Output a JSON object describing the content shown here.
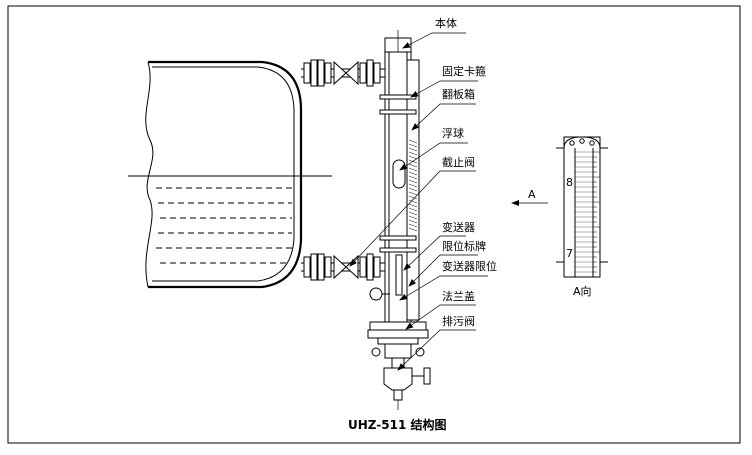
{
  "caption": "UHZ-511 结构图",
  "labels": {
    "body": "本体",
    "clamp": "固定卡箍",
    "flip_box": "翻板箱",
    "float_ball": "浮球",
    "stop_valve": "截止阀",
    "transmitter": "变送器",
    "limit_plate": "限位标牌",
    "transmitter_limit": "变送器限位",
    "flange_cover": "法兰盖",
    "drain_valve": "排污阀"
  },
  "view": {
    "arrow_label": "A",
    "title": "A向",
    "scale_upper": "8",
    "scale_lower": "7"
  }
}
